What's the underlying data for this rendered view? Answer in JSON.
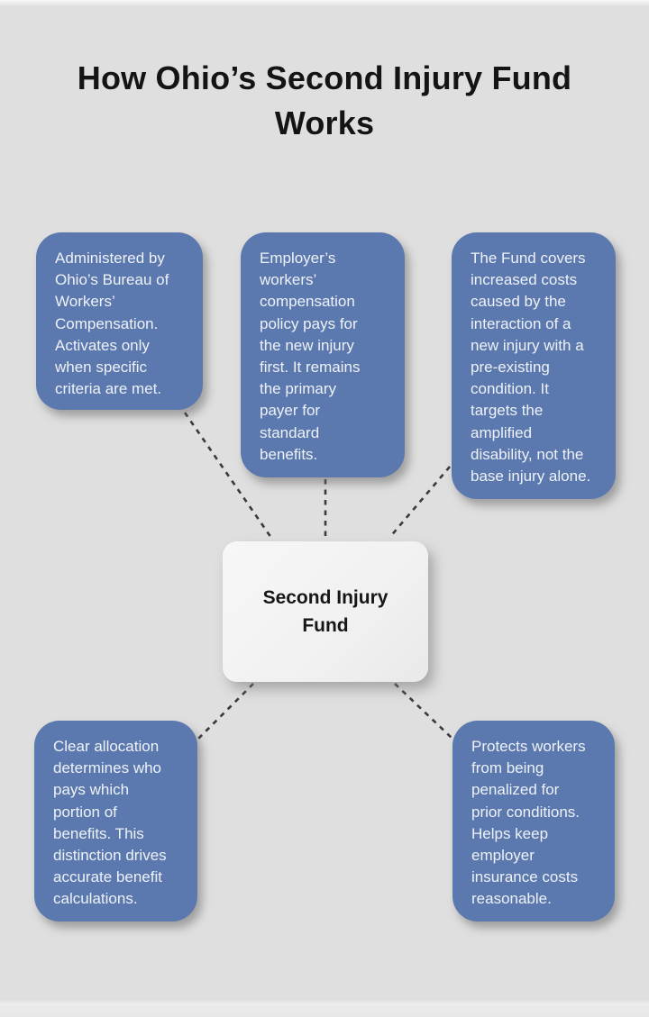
{
  "title": {
    "lines": [
      "How Ohio’s Second Injury Fund",
      "Works"
    ]
  },
  "center_node": {
    "lines": [
      "Second Injury",
      "Fund"
    ]
  },
  "nodes": [
    {
      "id": "administration",
      "position": "top-left",
      "lines": [
        "Administered by",
        "Ohio’s Bureau of",
        "Workers’",
        "Compensation.",
        "Activates only",
        "when specific",
        "criteria are met."
      ]
    },
    {
      "id": "employer-policy",
      "position": "top-center",
      "lines": [
        "Employer’s",
        "workers’",
        "compensation",
        "policy pays for",
        "the new injury",
        "first. It remains",
        "the primary",
        "payer for",
        "standard",
        "benefits."
      ]
    },
    {
      "id": "fund-coverage",
      "position": "top-right",
      "lines": [
        "The Fund covers",
        "increased costs",
        "caused by the",
        "interaction of a",
        "new injury with a",
        "pre-existing",
        "condition. It",
        "targets the",
        "amplified",
        "disability, not the",
        "base injury alone."
      ]
    },
    {
      "id": "benefit-allocation",
      "position": "bottom-left",
      "lines": [
        "Clear allocation",
        "determines who",
        "pays which",
        "portion of",
        "benefits. This",
        "distinction drives",
        "accurate benefit",
        "calculations."
      ]
    },
    {
      "id": "worker-protection",
      "position": "bottom-right",
      "lines": [
        "Protects workers",
        "from being",
        "penalized for",
        "prior conditions.",
        "Helps keep",
        "employer",
        "insurance costs",
        "reasonable."
      ]
    }
  ],
  "colors": {
    "background": "#dfdfdf",
    "node_fill": "#5b79ae",
    "node_text": "#eef2f8",
    "center_fill": "#f2f2f2",
    "title_text": "#141414",
    "connector": "#3a3a3a"
  }
}
